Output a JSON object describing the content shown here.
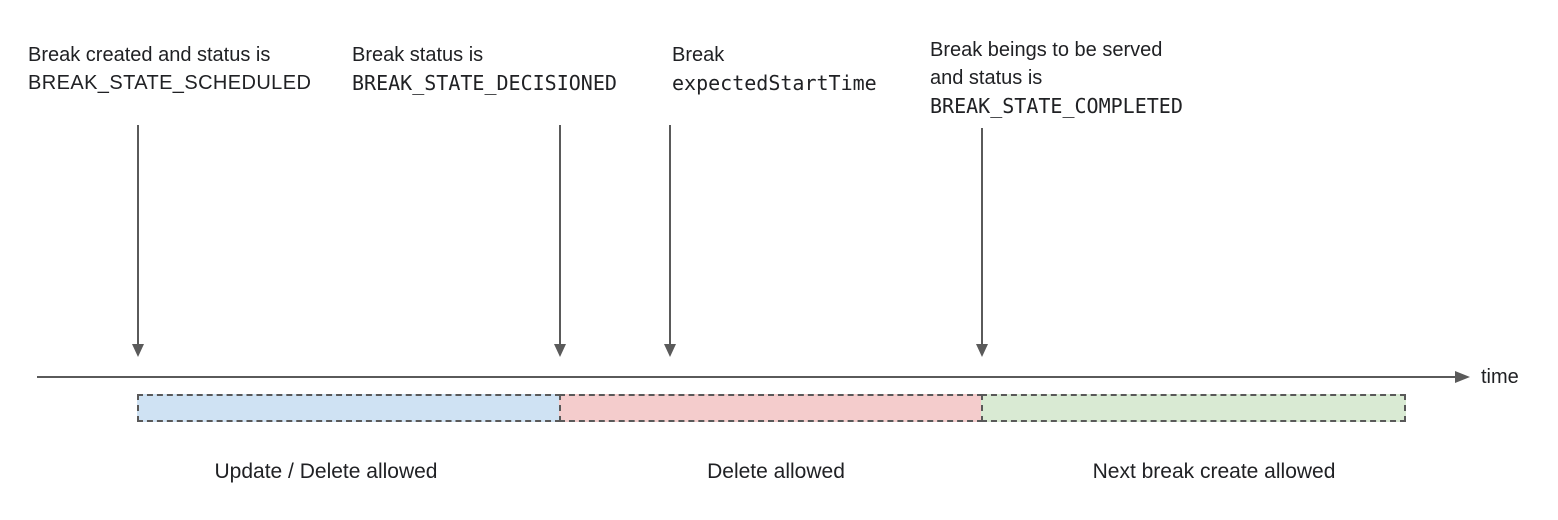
{
  "annotations": [
    {
      "line1": "Break created and status is",
      "line2": "BREAK_STATE_SCHEDULED"
    },
    {
      "line1": "Break status is",
      "line2": "BREAK_STATE_DECISIONED"
    },
    {
      "line1": "Break",
      "line2": "expectedStartTime"
    },
    {
      "line1": "Break beings to be served",
      "line2": "and status is",
      "line3": "BREAK_STATE_COMPLETED"
    }
  ],
  "timeline": {
    "label": "time",
    "axis_color": "#5a5a5a"
  },
  "segments": [
    {
      "label": "Update / Delete allowed",
      "fill": "#cfe2f3",
      "border": "#595959"
    },
    {
      "label": "Delete allowed",
      "fill": "#f4cccc",
      "border": "#595959"
    },
    {
      "label": "Next break create allowed",
      "fill": "#d9ead3",
      "border": "#595959"
    }
  ],
  "text_color": "#202124"
}
